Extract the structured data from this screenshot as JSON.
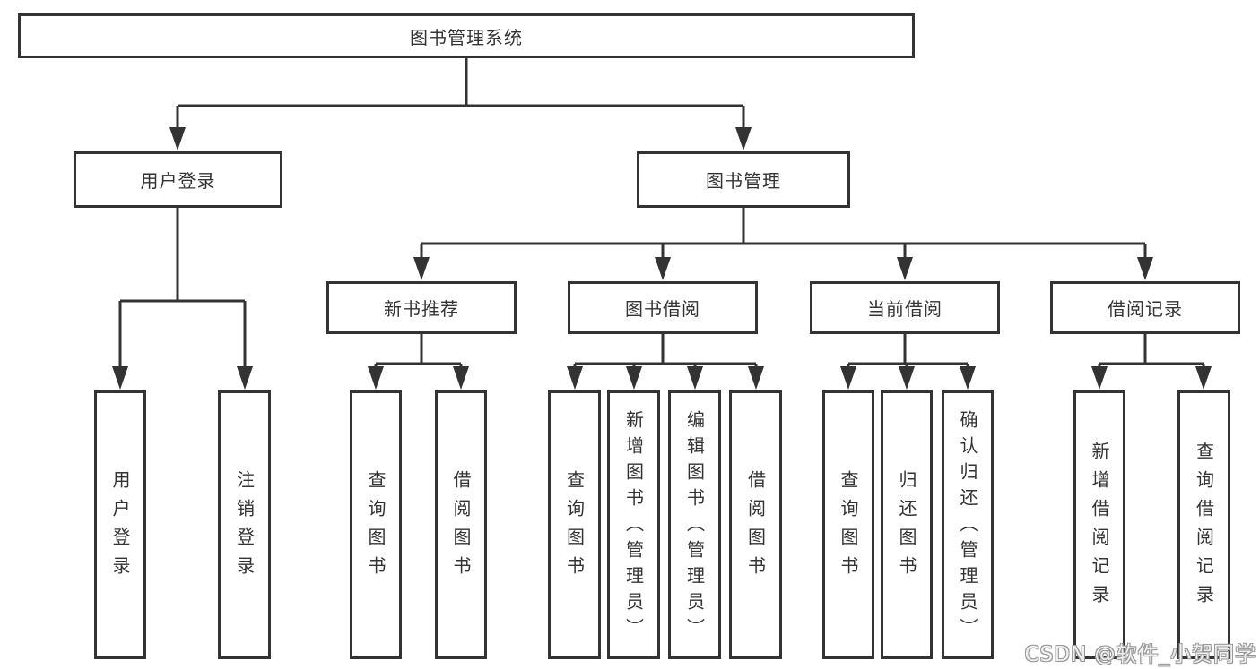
{
  "diagram": {
    "type": "tree",
    "colors": {
      "line": "#333333",
      "box_border": "#333333",
      "box_fill": "#ffffff",
      "text": "#333333",
      "background": "#ffffff",
      "watermark_fill": "#efefef",
      "watermark_outline": "#979797"
    },
    "nodes": {
      "root": "图书管理系统",
      "level2": [
        "用户登录",
        "图书管理"
      ],
      "level3": [
        "新书推荐",
        "图书借阅",
        "当前借阅",
        "借阅记录"
      ],
      "leaves_user_login": [
        "用户登录",
        "注销登录"
      ],
      "leaves_new_book": [
        "查询图书",
        "借阅图书"
      ],
      "leaves_book_borrow": [
        "查询图书",
        "新增图书（管理员）",
        "编辑图书（管理员）",
        "借阅图书"
      ],
      "leaves_current_borrow": [
        "查询图书",
        "归还图书",
        "确认归还（管理员）"
      ],
      "leaves_borrow_records": [
        "新增借阅记录",
        "查询借阅记录"
      ]
    },
    "edges": [
      {
        "from": "图书管理系统",
        "to": "用户登录"
      },
      {
        "from": "图书管理系统",
        "to": "图书管理"
      },
      {
        "from": "用户登录",
        "to": "用户登录"
      },
      {
        "from": "用户登录",
        "to": "注销登录"
      },
      {
        "from": "图书管理",
        "to": "新书推荐"
      },
      {
        "from": "图书管理",
        "to": "图书借阅"
      },
      {
        "from": "图书管理",
        "to": "当前借阅"
      },
      {
        "from": "图书管理",
        "to": "借阅记录"
      },
      {
        "from": "新书推荐",
        "to": "查询图书"
      },
      {
        "from": "新书推荐",
        "to": "借阅图书"
      },
      {
        "from": "图书借阅",
        "to": "查询图书"
      },
      {
        "from": "图书借阅",
        "to": "新增图书（管理员）"
      },
      {
        "from": "图书借阅",
        "to": "编辑图书（管理员）"
      },
      {
        "from": "图书借阅",
        "to": "借阅图书"
      },
      {
        "from": "当前借阅",
        "to": "查询图书"
      },
      {
        "from": "当前借阅",
        "to": "归还图书"
      },
      {
        "from": "当前借阅",
        "to": "确认归还（管理员）"
      },
      {
        "from": "借阅记录",
        "to": "新增借阅记录"
      },
      {
        "from": "借阅记录",
        "to": "查询借阅记录"
      }
    ],
    "watermark": "CSDN @软件_小贺同学"
  }
}
